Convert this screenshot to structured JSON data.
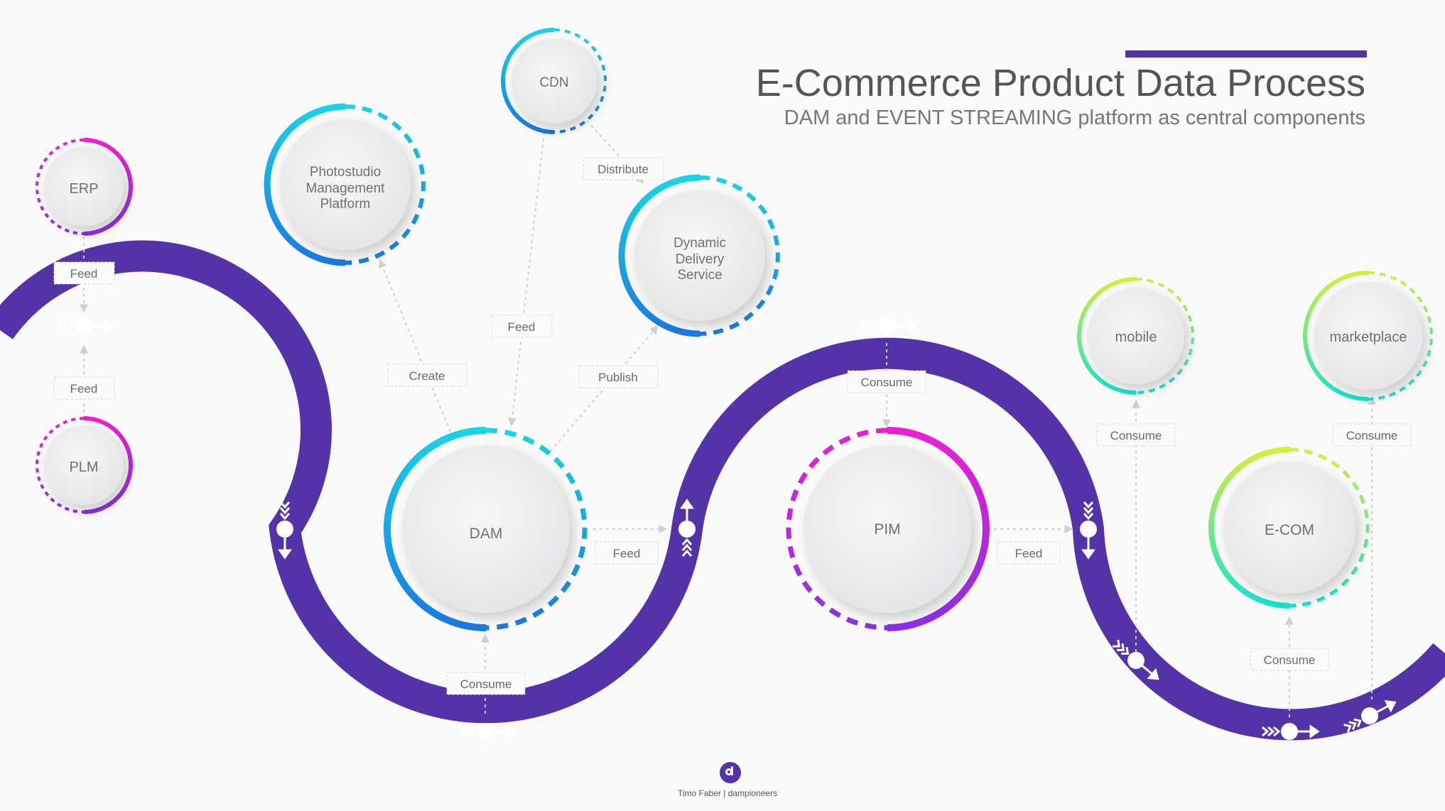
{
  "title": "E-Commerce Product Data Process",
  "subtitle": "DAM and EVENT STREAMING platform as central components",
  "credit": "Timo Faber | dampioneers",
  "colors": {
    "stream": "#5433a8",
    "cyan": "#19d3e6",
    "blue": "#1a78e2",
    "magenta": "#ea1fd2",
    "purple": "#8c2fe8",
    "lime": "#d4ee3c",
    "teal": "#16e3cf"
  },
  "nodes": {
    "erp": "ERP",
    "plm": "PLM",
    "photostudio": [
      "Photostudio",
      "Management",
      "Platform"
    ],
    "cdn": "CDN",
    "dds": [
      "Dynamic",
      "Delivery",
      "Service"
    ],
    "dam": "DAM",
    "pim": "PIM",
    "mobile": "mobile",
    "marketplace": "marketplace",
    "ecom": "E-COM"
  },
  "tags": {
    "erp_feed": "Feed",
    "plm_feed": "Feed",
    "create": "Create",
    "cdn_feed": "Feed",
    "distribute": "Distribute",
    "publish": "Publish",
    "dam_consume": "Consume",
    "dam_feed": "Feed",
    "pim_consume": "Consume",
    "pim_feed": "Feed",
    "mobile_consume": "Consume",
    "marketplace_consume": "Consume",
    "ecom_consume": "Consume"
  }
}
